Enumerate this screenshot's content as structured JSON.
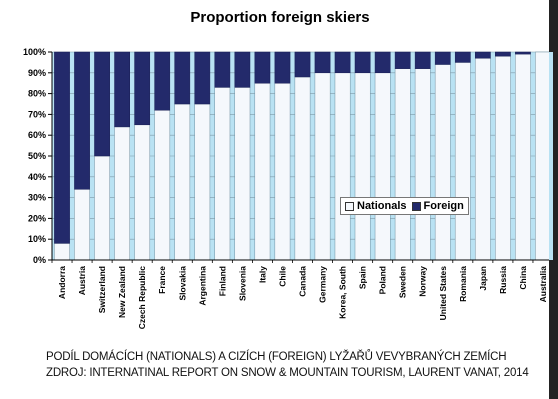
{
  "chart_data": {
    "type": "bar",
    "stacked": true,
    "title": "Proportion foreign skiers",
    "categories": [
      "Andorra",
      "Austria",
      "Switzerland",
      "New Zealand",
      "Czech Republic",
      "France",
      "Slovakia",
      "Argentina",
      "Finland",
      "Slovenia",
      "Italy",
      "Chile",
      "Canada",
      "Germany",
      "Korea, South",
      "Spain",
      "Poland",
      "Sweden",
      "Norway",
      "United States",
      "Romania",
      "Japan",
      "Russia",
      "China",
      "Australia"
    ],
    "series": [
      {
        "name": "Nationals",
        "color": "#f5f8fc",
        "values": [
          8,
          34,
          50,
          64,
          65,
          72,
          75,
          75,
          83,
          83,
          85,
          85,
          88,
          90,
          90,
          90,
          90,
          92,
          92,
          94,
          95,
          97,
          98,
          99,
          100
        ]
      },
      {
        "name": "Foreign",
        "color": "#232a6b",
        "values": [
          92,
          66,
          50,
          36,
          35,
          28,
          25,
          25,
          17,
          17,
          15,
          15,
          12,
          10,
          10,
          10,
          10,
          8,
          8,
          6,
          5,
          3,
          2,
          1,
          0
        ]
      }
    ],
    "yticks": [
      "0%",
      "10%",
      "20%",
      "30%",
      "40%",
      "50%",
      "60%",
      "70%",
      "80%",
      "90%",
      "100%"
    ],
    "ylim": [
      0,
      100
    ],
    "xlabel": "",
    "ylabel": "",
    "grid": true,
    "legend": "center-right"
  },
  "caption": {
    "line1": "PODÍL DOMÁCÍCH (NATIONALS) A CIZÍCH (FOREIGN) LYŽAŘŮ VEVYBRANÝCH ZEMÍCH",
    "line2": "ZDROJ: INTERNATINAL REPORT ON SNOW & MOUNTAIN TOURISM, LAURENT VANAT, 2014"
  },
  "colors": {
    "plot_background": "#b9e2f3",
    "page_background": "#232323"
  }
}
